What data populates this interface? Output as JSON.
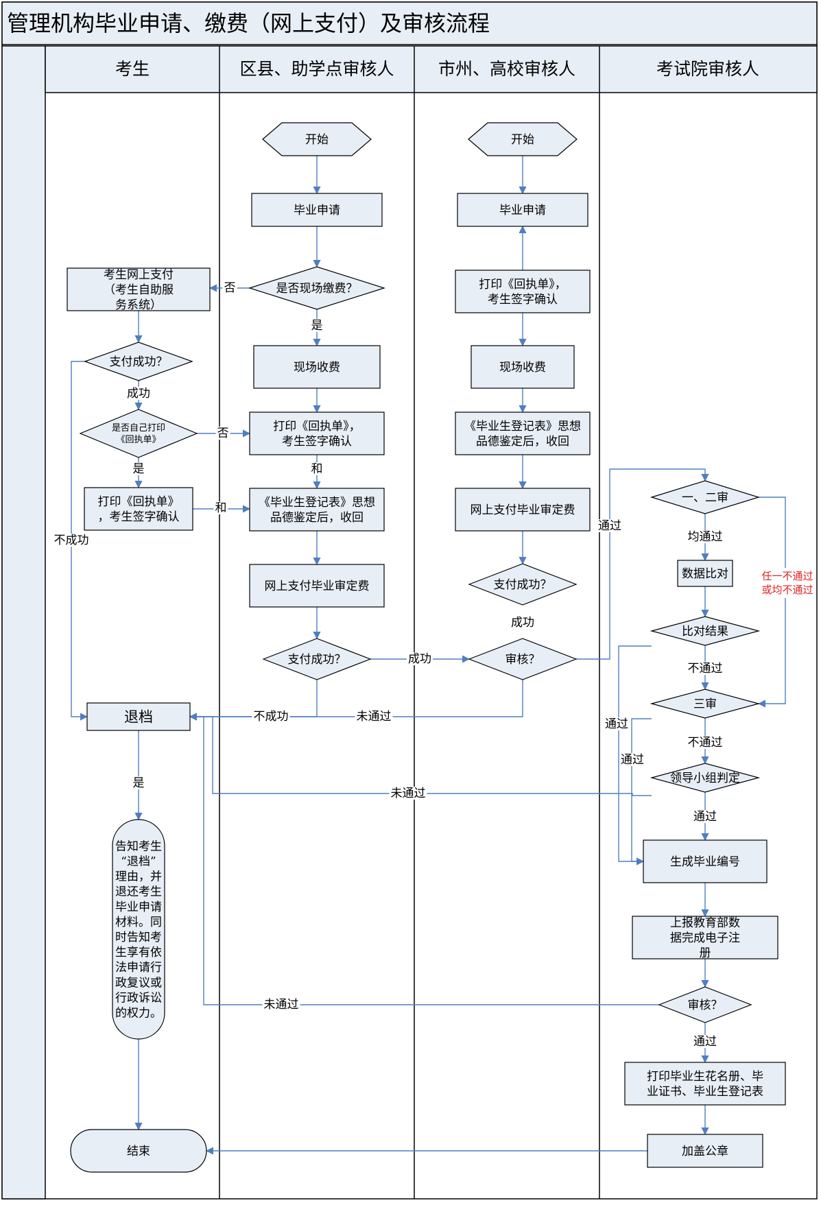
{
  "title": "管理机构毕业申请、缴费（网上支付）及审核流程",
  "lanes": [
    "考生",
    "区县、助学点审核人",
    "市州、高校审核人",
    "考试院审核人"
  ],
  "nodes": {
    "start_a": "开始",
    "apply_a": "毕业申请",
    "onsite_q": "是否现场缴费？",
    "fee_a": "现场收费",
    "print_a": "打印《回执单》，考生签字确认",
    "reg_a": "《毕业生登记表》思想品德鉴定后，收回",
    "online_fee_a": "网上支付毕业审定费",
    "pay_ok_a": "支付成功？",
    "student_pay": "考生网上支付（考生自助服务系统）",
    "stu_pay_ok": "支付成功？",
    "self_print_q": "是否自己打印《回执单》",
    "stu_print": "打印《回执单》，考生签字确认",
    "reject": "退档",
    "notify": "告知考生“退档”理由，并退还考生毕业申请材料。同时告知考生享有依法申请行政复议或行政诉讼的权力。",
    "end": "结束",
    "start_b": "开始",
    "apply_b": "毕业申请",
    "print_b": "打印《回执单》，考生签字确认",
    "fee_b": "现场收费",
    "reg_b": "《毕业生登记表》思想品德鉴定后，收回",
    "online_fee_b": "网上支付毕业审定费",
    "pay_ok_b": "支付成功？",
    "review_b": "审核？",
    "review12": "一、二审",
    "compare": "数据比对",
    "compare_res": "比对结果",
    "review3": "三审",
    "leader": "领导小组判定",
    "gen_no": "生成毕业编号",
    "report": "上报教育部数据完成电子注册",
    "review_c": "审核？",
    "print_c": "打印毕业生花名册、毕业证书、毕业生登记表",
    "seal": "加盖公章"
  },
  "labels": {
    "no": "否",
    "yes": "是",
    "success": "成功",
    "fail": "不成功",
    "and": "和",
    "pass": "通过",
    "fail_review": "未通过",
    "all_pass": "均通过",
    "not_pass": "不通过",
    "any_fail": "任一不通过或均不通过"
  },
  "colors": {
    "box_fill": "#e8eef6",
    "stroke": "#000000",
    "arrow": "#4f7ec2",
    "header_fill": "#e8eef6",
    "alert": "#e02020"
  }
}
